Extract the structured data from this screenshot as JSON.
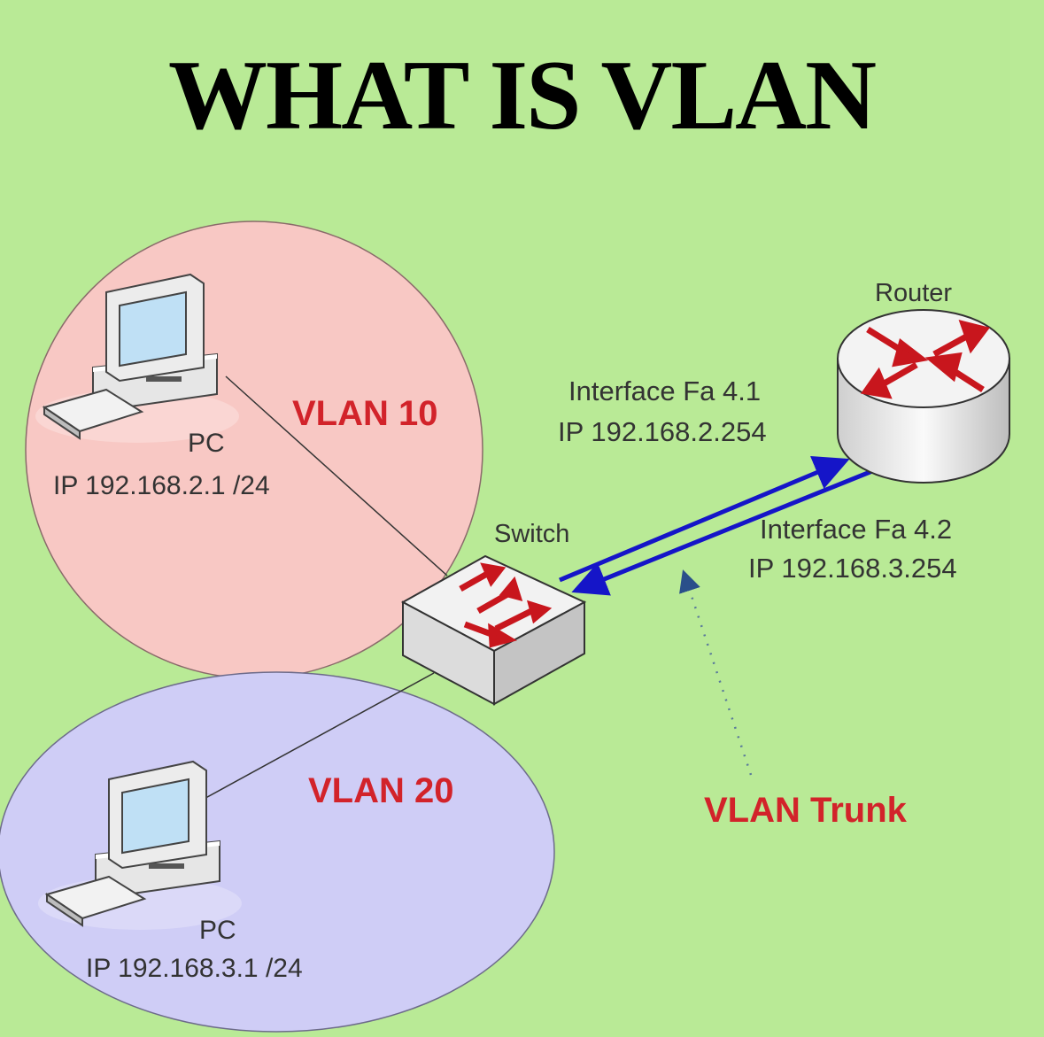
{
  "title": "WHAT IS VLAN",
  "vlan10": {
    "label": "VLAN 10",
    "pc_label": "PC",
    "pc_ip": "IP 192.168.2.1 /24"
  },
  "vlan20": {
    "label": "VLAN 20",
    "pc_label": "PC",
    "pc_ip": "IP 192.168.3.1 /24"
  },
  "switch": {
    "label": "Switch"
  },
  "router": {
    "label": "Router"
  },
  "interface1": {
    "name": "Interface Fa 4.1",
    "ip": "IP 192.168.2.254"
  },
  "interface2": {
    "name": "Interface Fa 4.2",
    "ip": "IP 192.168.3.254"
  },
  "trunk": {
    "label": "VLAN Trunk"
  },
  "colors": {
    "background": "#b9ea96",
    "vlan10": "#f8c8c4",
    "vlan20": "#cfcdf6",
    "trunk_link": "#1515c8",
    "label_red": "#d2232a"
  }
}
